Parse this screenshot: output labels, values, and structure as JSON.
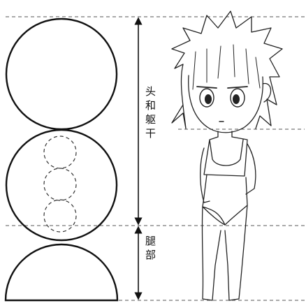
{
  "labels": {
    "head_torso": [
      "头",
      "和",
      "躯",
      "干"
    ],
    "legs": [
      "腿",
      "部"
    ]
  },
  "colors": {
    "line": "#111111",
    "guide": "#555555",
    "background": "#ffffff"
  }
}
